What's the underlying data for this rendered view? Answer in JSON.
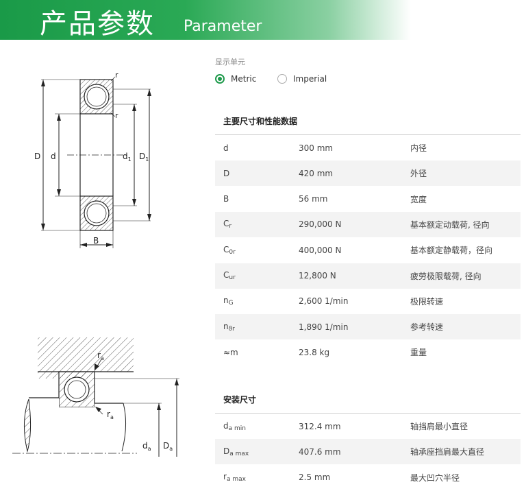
{
  "banner": {
    "title_cn": "产品参数",
    "title_en": "Parameter"
  },
  "units": {
    "label": "显示单元",
    "options": [
      "Metric",
      "Imperial"
    ],
    "selected": "Metric"
  },
  "main_dims": {
    "title": "主要尺寸和性能数据",
    "rows": [
      {
        "sym": "d",
        "sub": "",
        "value": "300 mm",
        "desc": "内径"
      },
      {
        "sym": "D",
        "sub": "",
        "value": "420 mm",
        "desc": "外径"
      },
      {
        "sym": "B",
        "sub": "",
        "value": "56 mm",
        "desc": "宽度"
      },
      {
        "sym": "C",
        "sub": "r",
        "value": "290,000 N",
        "desc": "基本额定动载荷, 径向"
      },
      {
        "sym": "C",
        "sub": "0r",
        "value": "400,000 N",
        "desc": "基本额定静载荷，径向"
      },
      {
        "sym": "C",
        "sub": "ur",
        "value": "12,800 N",
        "desc": "疲劳极限载荷, 径向"
      },
      {
        "sym": "n",
        "sub": "G",
        "value": "2,600 1/min",
        "desc": "极限转速"
      },
      {
        "sym": "n",
        "sub": "ϑr",
        "value": "1,890 1/min",
        "desc": "参考转速"
      },
      {
        "sym": "≈m",
        "sub": "",
        "value": "23.8 kg",
        "desc": "重量"
      }
    ]
  },
  "mount_dims": {
    "title": "安装尺寸",
    "rows": [
      {
        "sym": "d",
        "sub": "a min",
        "value": "312.4 mm",
        "desc": "轴挡肩最小直径"
      },
      {
        "sym": "D",
        "sub": "a max",
        "value": "407.6 mm",
        "desc": "轴承座挡肩最大直径"
      },
      {
        "sym": "r",
        "sub": "a max",
        "value": "2.5 mm",
        "desc": "最大凹穴半径"
      }
    ]
  },
  "drawing1_labels": {
    "r_top": "r",
    "r_mid": "r",
    "D": "D",
    "d": "d",
    "d1": "d",
    "d1_sub": "1",
    "D1": "D",
    "D1_sub": "1",
    "B": "B"
  },
  "drawing2_labels": {
    "ra_top": "r",
    "ra_top_sub": "a",
    "ra_bot": "r",
    "ra_bot_sub": "a",
    "da": "d",
    "da_sub": "a",
    "Da": "D",
    "Da_sub": "a"
  },
  "colors": {
    "brand_green": "#1e9a4b"
  }
}
